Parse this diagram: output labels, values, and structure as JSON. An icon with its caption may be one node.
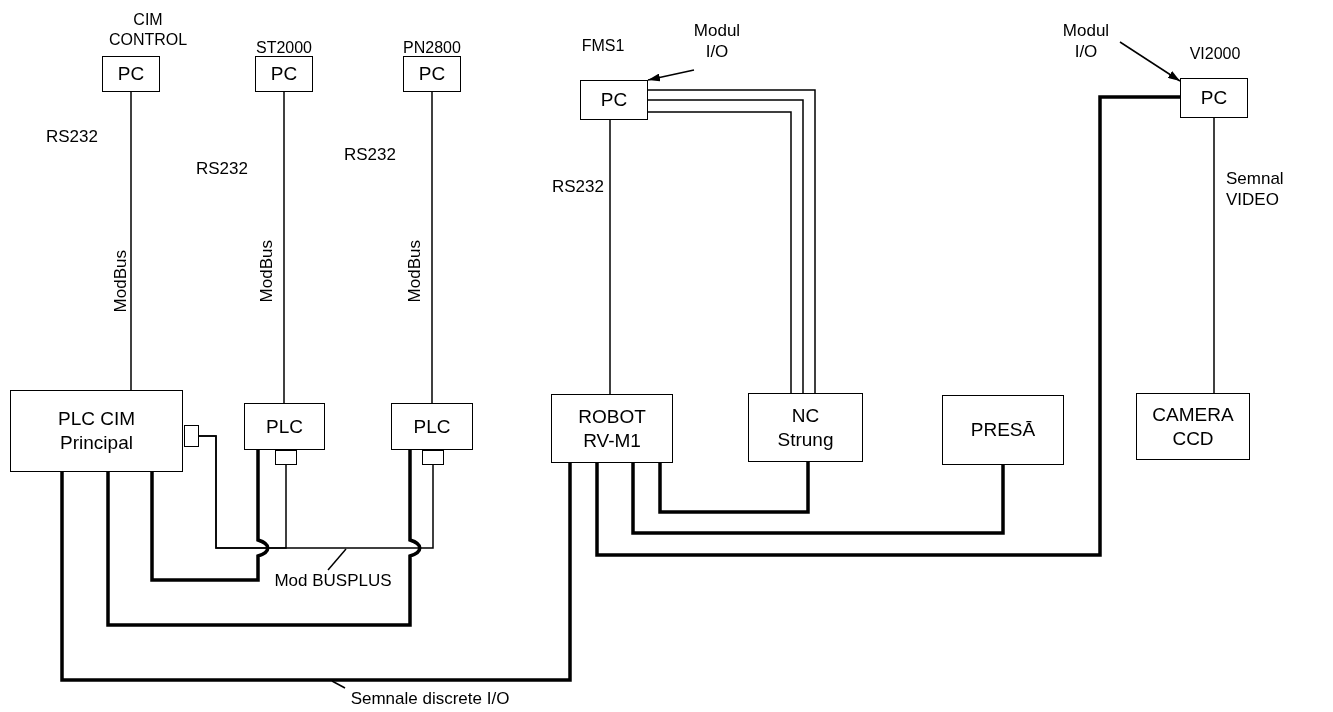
{
  "diagram": {
    "nodes": [
      {
        "text": [
          "PC"
        ],
        "beside": [
          "CIM CONTROL"
        ]
      },
      {
        "text": [
          "PC"
        ],
        "beside": [
          "ST2000"
        ]
      },
      {
        "text": [
          "PC"
        ],
        "beside": [
          "PN2800"
        ]
      },
      {
        "text": [
          "PC"
        ],
        "beside": [
          "FMS1"
        ]
      },
      {
        "text": [
          "PC"
        ],
        "beside": [
          "VI2000"
        ]
      },
      {
        "text": [
          "PLC CIM Principal"
        ]
      },
      {
        "text": [
          "PLC"
        ]
      },
      {
        "text": [
          "PLC"
        ]
      },
      {
        "text": [
          "ROBOT RV-M1"
        ]
      },
      {
        "text": [
          "NC Strung"
        ]
      },
      {
        "text": [
          "PRESĀ"
        ]
      },
      {
        "text": [
          "CAMERA CCD"
        ]
      },
      {
        "text": [
          "Modul I/O"
        ]
      },
      {
        "text": [
          "Modul I/O"
        ]
      },
      {
        "text": [],
        "shape": "box"
      },
      {
        "text": [],
        "shape": "box"
      },
      {
        "text": [],
        "shape": "box"
      },
      {
        "text": [
          "Mod BUSPLUS"
        ]
      },
      {
        "text": [
          "Semnale discrete I/O"
        ]
      }
    ],
    "edges": [
      {
        "from": 0,
        "to": 5,
        "arrow": "none",
        "label": "RS232"
      },
      {
        "from": 1,
        "to": 6,
        "arrow": "none",
        "label": "RS232"
      },
      {
        "from": 2,
        "to": 7,
        "arrow": "none",
        "label": "RS232"
      },
      {
        "from": 3,
        "to": 8,
        "arrow": "none",
        "label": "RS232"
      },
      {
        "from": 3,
        "to": 9,
        "arrow": "none"
      },
      {
        "from": 3,
        "to": 9,
        "arrow": "none"
      },
      {
        "from": 3,
        "to": 9,
        "arrow": "none"
      },
      {
        "from": 4,
        "to": 11,
        "arrow": "none",
        "label": "Semnal VIDEO"
      },
      {
        "from": 12,
        "to": 3,
        "arrow": "to"
      },
      {
        "from": 13,
        "to": 4,
        "arrow": "to"
      },
      {
        "from": 5,
        "to": 8,
        "arrow": "none",
        "style": "thick"
      },
      {
        "from": 5,
        "to": 7,
        "arrow": "none",
        "style": "thick"
      },
      {
        "from": 5,
        "to": 6,
        "arrow": "none",
        "style": "thick"
      },
      {
        "from": 8,
        "to": 9,
        "arrow": "none",
        "style": "thick"
      },
      {
        "from": 8,
        "to": 10,
        "arrow": "none",
        "style": "thick"
      },
      {
        "from": 8,
        "to": 4,
        "arrow": "none",
        "style": "thick"
      },
      {
        "from": 14,
        "to": 15,
        "arrow": "none"
      },
      {
        "from": 14,
        "to": 16,
        "arrow": "none"
      },
      {
        "from": 17,
        "to": null,
        "arrow": "none"
      },
      {
        "from": 18,
        "to": null,
        "arrow": "none"
      }
    ],
    "labels": [
      "ModBus",
      "ModBus",
      "ModBus"
    ]
  }
}
